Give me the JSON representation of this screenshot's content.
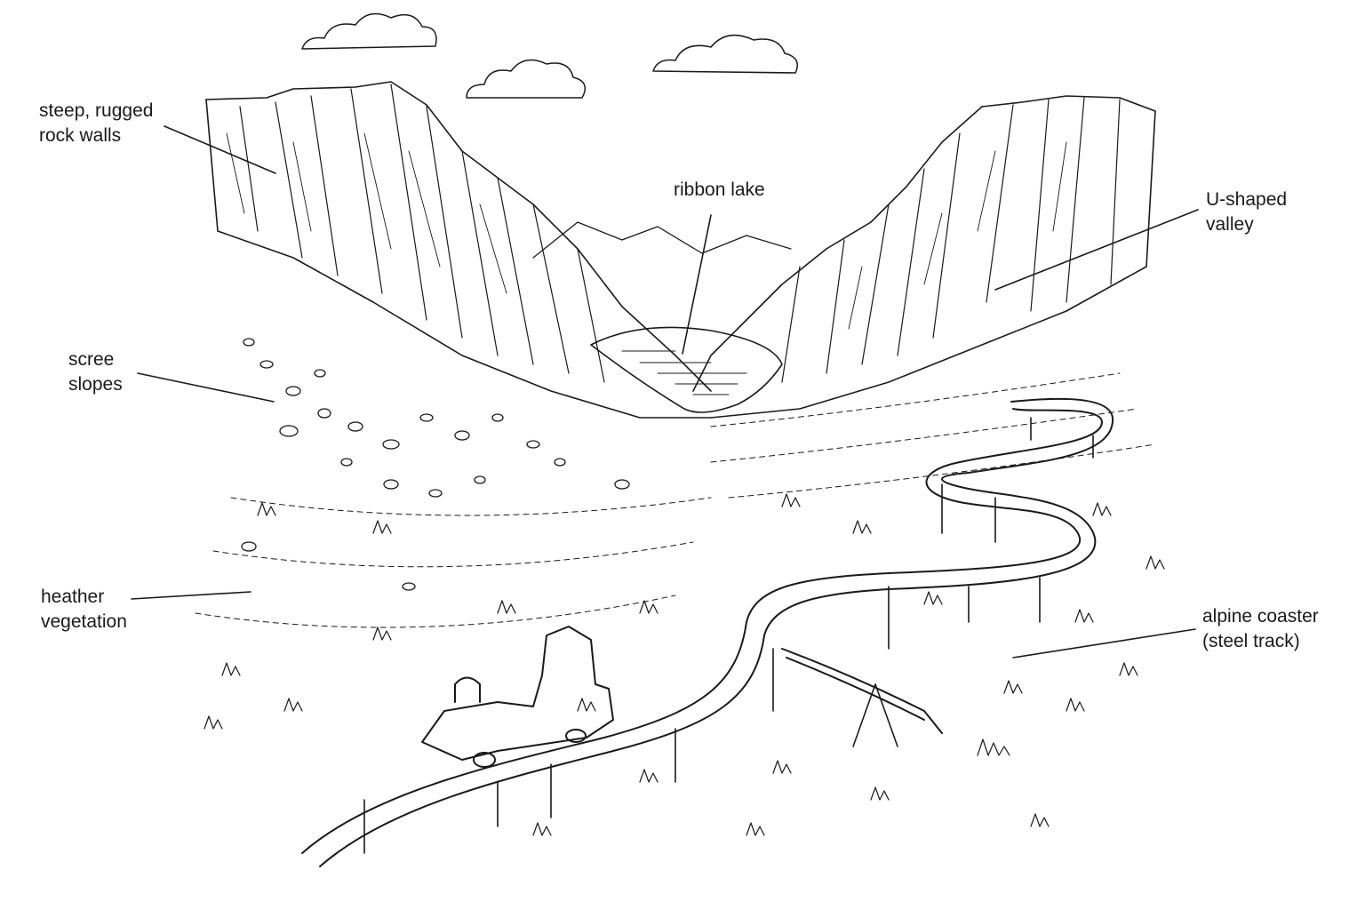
{
  "labels": {
    "rock_walls": {
      "line1": "steep, rugged",
      "line2": "rock walls"
    },
    "ribbon_lake": {
      "line1": "ribbon lake"
    },
    "u_valley": {
      "line1": "U-shaped",
      "line2": "valley"
    },
    "scree": {
      "line1": "scree",
      "line2": "slopes"
    },
    "heather": {
      "line1": "heather",
      "line2": "vegetation"
    },
    "coaster": {
      "line1": "alpine coaster",
      "line2": "(steel track)"
    }
  },
  "colors": {
    "ink": "#1a1a1a",
    "paper": "#ffffff"
  }
}
